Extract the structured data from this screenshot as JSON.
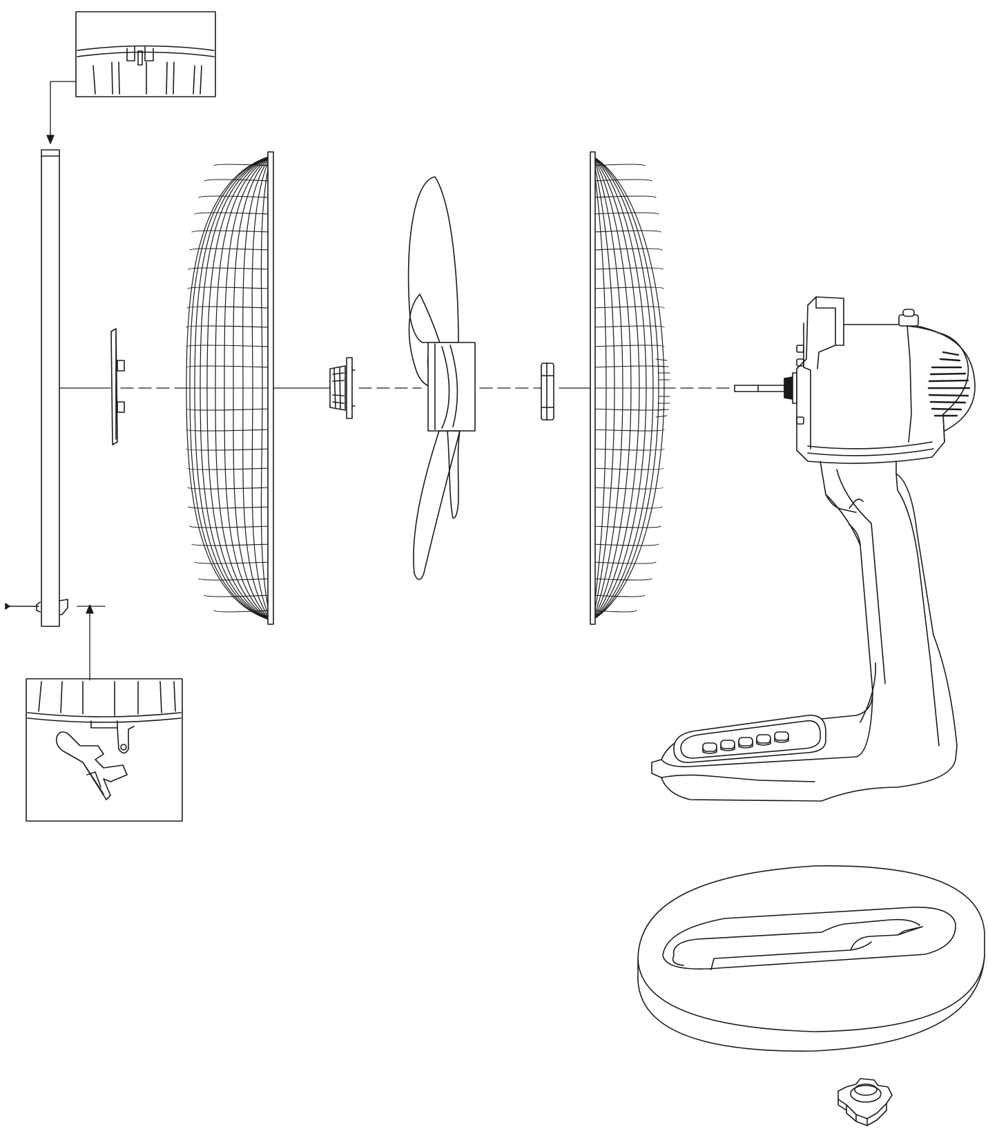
{
  "diagram": {
    "type": "exploded-assembly",
    "line_color": "#1a1a1a",
    "background": "#ffffff",
    "parts": [
      "grille-ring",
      "spinner-cap",
      "front-grille",
      "blade-nut",
      "fan-blade",
      "grille-nut",
      "rear-grille",
      "motor-housing",
      "motor-shaft",
      "stand-neck",
      "control-buttons",
      "oval-base",
      "base-locking-nut"
    ],
    "detail_views": [
      "detail-view-top",
      "detail-view-clip"
    ],
    "control_button_count": 5
  }
}
